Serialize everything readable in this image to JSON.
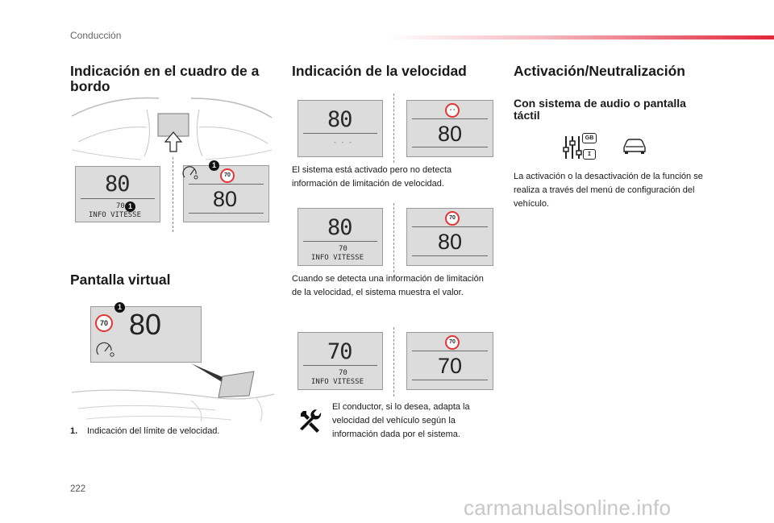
{
  "header": {
    "section": "Conducción"
  },
  "col1": {
    "heading": "Indicación en el cuadro de a bordo",
    "dash_display": {
      "speed": "80",
      "limit": "70",
      "status": "INFO VITESSE",
      "callout": "1"
    },
    "touch_display": {
      "speed": "80",
      "sign": "70",
      "callout": "1"
    },
    "virtual_heading": "Pantalla virtual",
    "virtual_display": {
      "speed": "80",
      "sign": "70",
      "callout": "1"
    },
    "footnote_num": "1.",
    "footnote_text": "Indicación del límite de velocidad."
  },
  "col2": {
    "heading": "Indicación de la velocidad",
    "pair1": {
      "left_speed": "80",
      "left_limit": "- - -",
      "right_sign": "- -",
      "right_speed": "80"
    },
    "text1": "El sistema está activado pero no detecta información de limitación de velocidad.",
    "pair2": {
      "left_speed": "80",
      "left_limit": "70",
      "left_status": "INFO VITESSE",
      "right_sign": "70",
      "right_speed": "80"
    },
    "text2": "Cuando se detecta una información de limitación de la velocidad, el sistema muestra el valor.",
    "pair3": {
      "left_speed": "70",
      "left_limit": "70",
      "left_status": "INFO VITESSE",
      "right_sign": "70",
      "right_speed": "70"
    },
    "tip_text": "El conductor, si lo desea, adapta la velocidad del vehículo según la información dada por el sistema."
  },
  "col3": {
    "heading": "Activación/Neutralización",
    "subheading": "Con sistema de audio o pantalla táctil",
    "icon_badge_top": "GB",
    "icon_badge_bottom": "I",
    "text": "La activación o la desactivación de la función se realiza a través del menú de configuración del vehículo."
  },
  "footer": {
    "page_number": "222",
    "watermark": "carmanualsonline.info"
  }
}
